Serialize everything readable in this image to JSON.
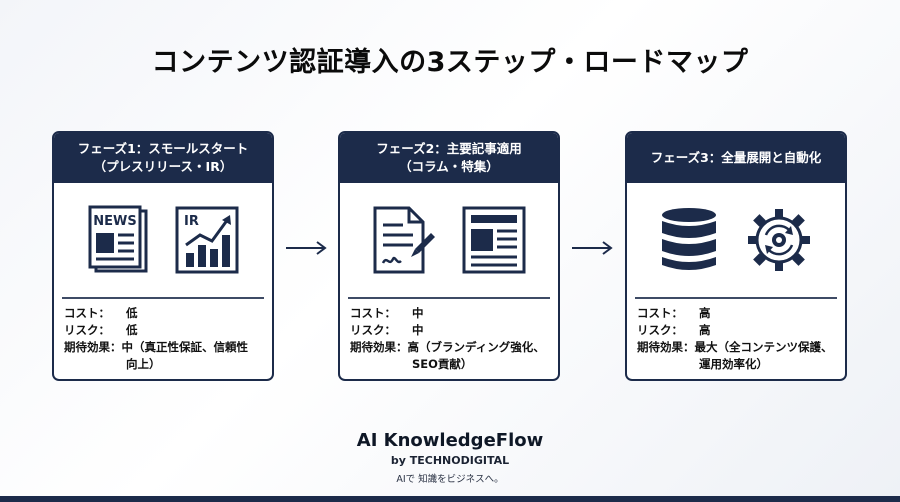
{
  "title": "コンテンツ認証導入の3ステップ・ロードマップ",
  "phases": [
    {
      "header_line1": "フェーズ1：スモールスタート",
      "header_line2": "（プレスリリース・IR）",
      "icon1_label": "NEWS",
      "icon2_label": "IR",
      "cost_label": "コスト：",
      "cost_value": "低",
      "risk_label": "リスク：",
      "risk_value": "低",
      "effect_label": "期待効果：",
      "effect_line1": "中（真正性保証、信頼性",
      "effect_line2": "向上）"
    },
    {
      "header_line1": "フェーズ2：主要記事適用",
      "header_line2": "（コラム・特集）",
      "cost_label": "コスト：",
      "cost_value": "中",
      "risk_label": "リスク：",
      "risk_value": "中",
      "effect_label": "期待効果：",
      "effect_line1": "高（ブランディング強化、",
      "effect_line2": "SEO貢献）"
    },
    {
      "header_line1": "フェーズ3：全量展開と自動化",
      "cost_label": "コスト：",
      "cost_value": "高",
      "risk_label": "リスク：",
      "risk_value": "高",
      "effect_label": "期待効果：",
      "effect_line1": "最大（全コンテンツ保護、",
      "effect_line2": "運用効率化）"
    }
  ],
  "footer": {
    "logo": "AI KnowledgeFlow",
    "by": "by TECHNODIGITAL",
    "tagline": "AIで 知識をビジネスへ。"
  },
  "colors": {
    "navy": "#1c2b4a",
    "text": "#111111"
  }
}
